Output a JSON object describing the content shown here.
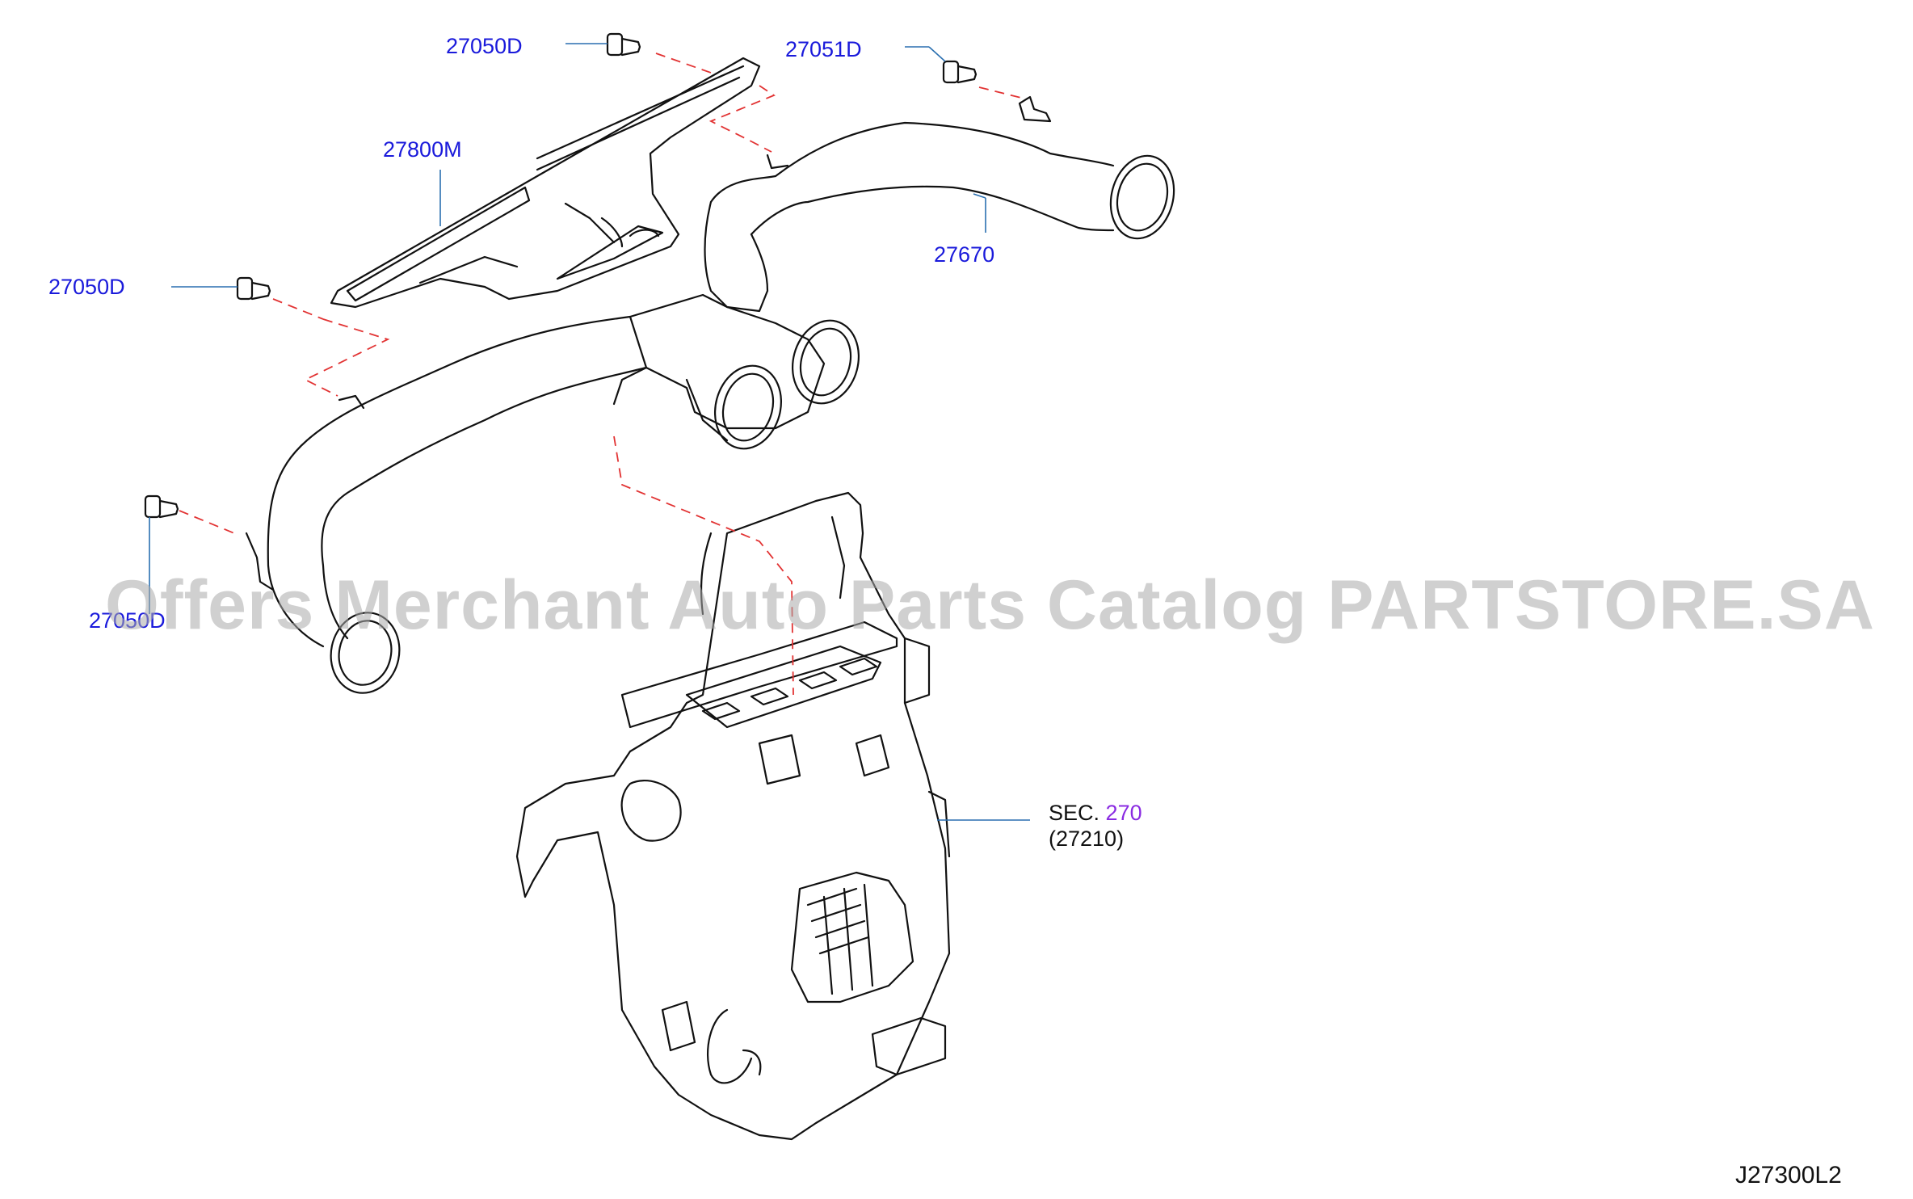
{
  "parts": {
    "bolt_top": "27050D",
    "bolt_right": "27051D",
    "grille_duct": "27800M",
    "bolt_left": "27050D",
    "duct_right": "27670",
    "bolt_bottom_left": "27050D"
  },
  "section_ref": {
    "prefix": "SEC.",
    "number": "270",
    "sub": "(27210)"
  },
  "diagram_code": "J27300L2",
  "watermark": "Offers Merchant Auto Parts Catalog PARTSTORE.SA",
  "colors": {
    "label": "#1a1adb",
    "section_number": "#8a2be2",
    "dashed_leader": "#e23333",
    "line_art": "#111111"
  }
}
